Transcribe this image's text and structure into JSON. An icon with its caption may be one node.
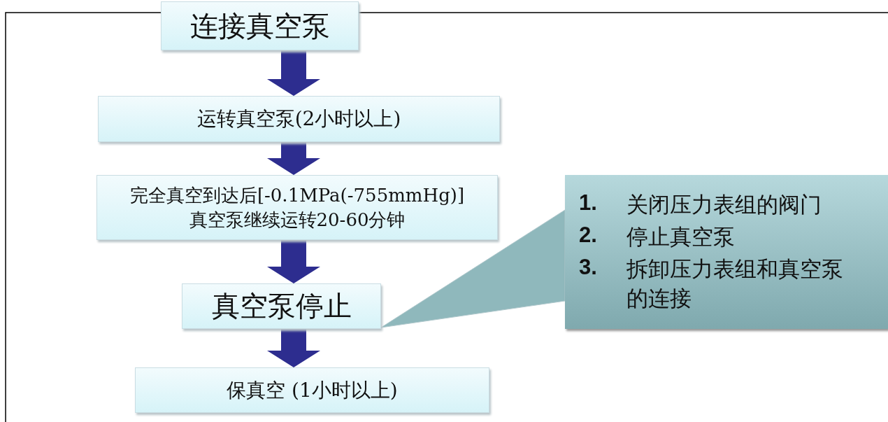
{
  "diagram": {
    "nodes": [
      {
        "text": [
          "连接真空泵"
        ]
      },
      {
        "text": [
          "运转真空泵(2小时以上)"
        ]
      },
      {
        "text": [
          "完全真空到达后[-0.1MPa(-755mmHg)]",
          "真空泵继续运转20-60分钟"
        ]
      },
      {
        "text": [
          "真空泵停止"
        ]
      },
      {
        "text": [
          "保真空 (1小时以上)"
        ]
      },
      {
        "text": [
          "1.",
          "关闭压力表组的阀门",
          "2.",
          "停止真空泵",
          "3.",
          "拆卸压力表组和真空泵的连接"
        ]
      }
    ],
    "edges": [
      {
        "from": 0,
        "to": 1,
        "arrow": "to"
      },
      {
        "from": 1,
        "to": 2,
        "arrow": "to"
      },
      {
        "from": 2,
        "to": 3,
        "arrow": "to"
      },
      {
        "from": 3,
        "to": 4,
        "arrow": "to"
      },
      {
        "from": 5,
        "to": 3,
        "arrow": "to"
      }
    ]
  }
}
